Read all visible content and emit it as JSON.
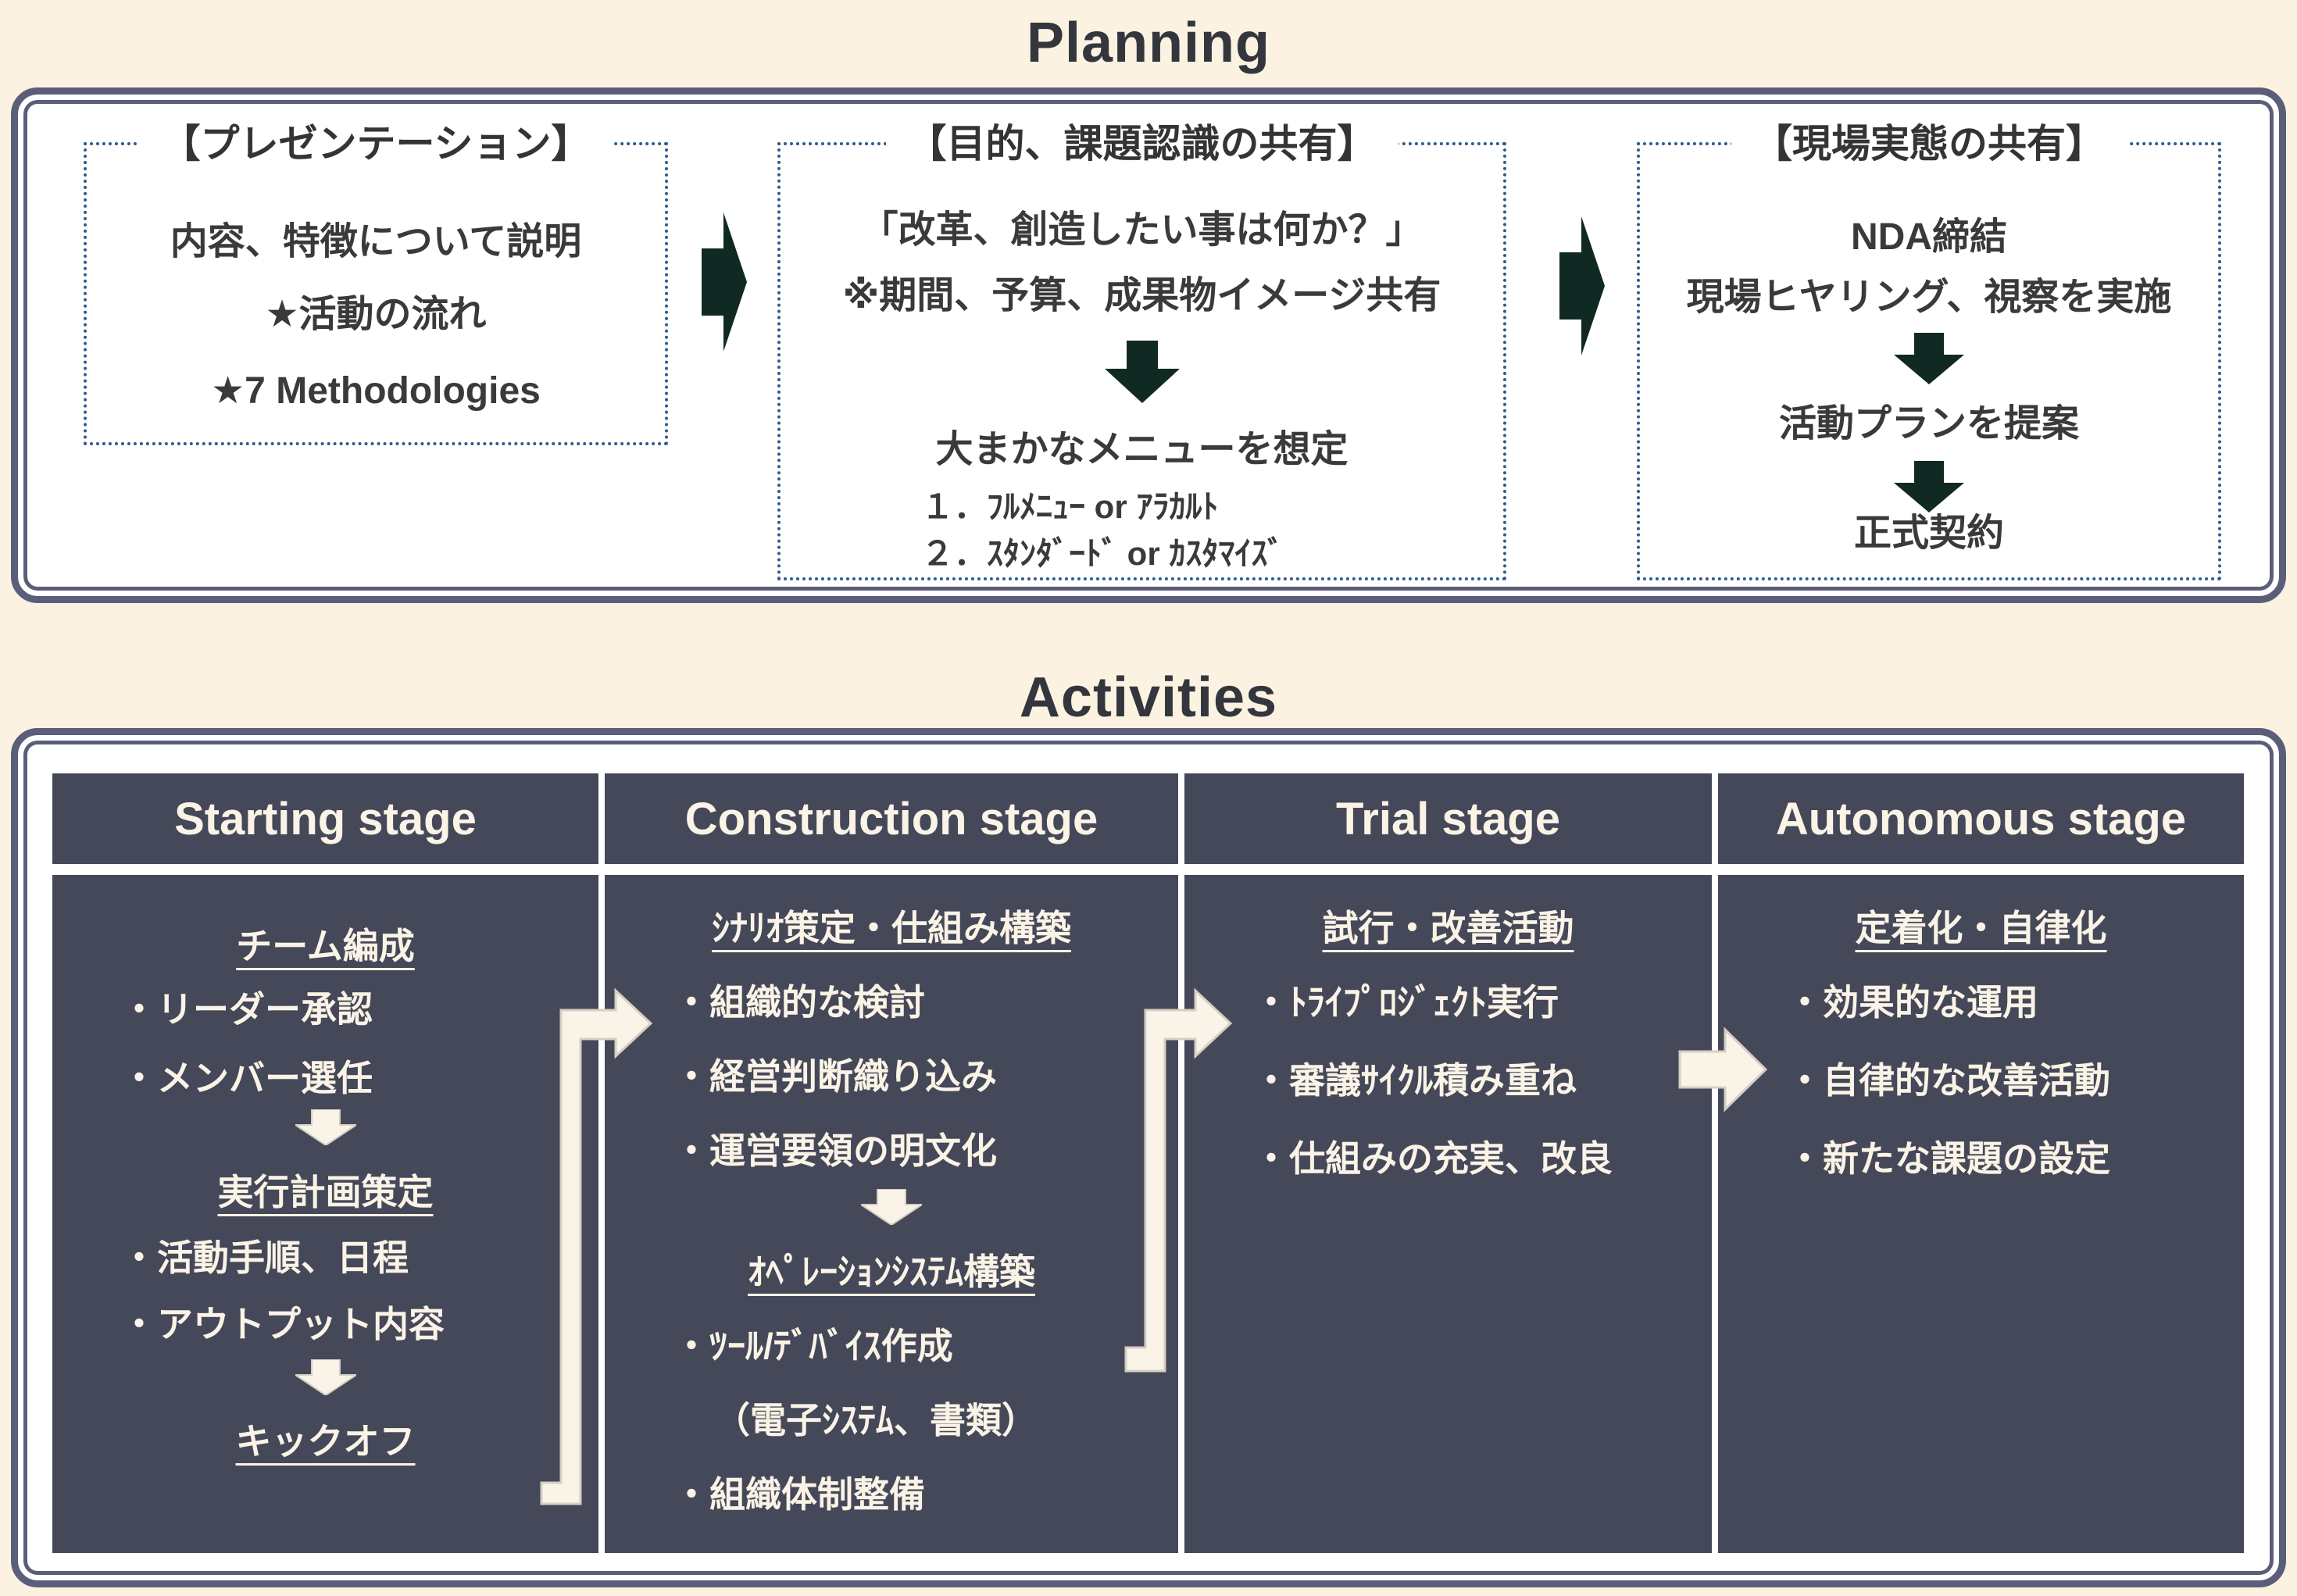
{
  "planning": {
    "title": "Planning",
    "boxes": [
      {
        "heading": "【プレゼンテーション】",
        "lines": [
          "内容、特徴について説明",
          "★活動の流れ",
          "★7 Methodologies"
        ]
      },
      {
        "heading": "【目的、課題認識の共有】",
        "lines": [
          "「改革、創造したい事は何か？」",
          "※期間、予算、成果物イメージ共有",
          "大まかなメニューを想定",
          "１．ﾌﾙﾒﾆｭｰ or ｱﾗｶﾙﾄ",
          "２．ｽﾀﾝﾀﾞｰﾄﾞ or ｶｽﾀﾏｲｽﾞ"
        ]
      },
      {
        "heading": "【現場実態の共有】",
        "lines": [
          "NDA締結",
          "現場ヒヤリング、視察を実施",
          "活動プランを提案",
          "正式契約"
        ]
      }
    ]
  },
  "activities": {
    "title": "Activities",
    "columns": [
      {
        "header": "Starting stage",
        "rows": [
          "チーム編成",
          "・リーダー承認",
          "・メンバー選任",
          "実行計画策定",
          "・活動手順、日程",
          "・アウトプット内容",
          "キックオフ"
        ]
      },
      {
        "header": "Construction stage",
        "rows": [
          "ｼﾅﾘｵ策定・仕組み構築",
          "・組織的な検討",
          "・経営判断織り込み",
          "・運営要領の明文化",
          "ｵﾍﾟﾚｰｼｮﾝｼｽﾃﾑ構築",
          "・ﾂｰﾙ/ﾃﾞﾊﾞｲｽ作成",
          "（電子ｼｽﾃﾑ、書類）",
          "・組織体制整備"
        ]
      },
      {
        "header": "Trial stage",
        "rows": [
          "試行・改善活動",
          "・ﾄﾗｲﾌﾟﾛｼﾞｪｸﾄ実行",
          "・審議ｻｲｸﾙ積み重ね",
          "・仕組みの充実、改良"
        ]
      },
      {
        "header": "Autonomous stage",
        "rows": [
          "定着化・自律化",
          "・効果的な運用",
          "・自律的な改善活動",
          "・新たな課題の設定"
        ]
      }
    ]
  },
  "colors": {
    "background": "#FBF2E1",
    "panel_border": "#5A5E79",
    "dotted_border": "#2F5B8B",
    "dark_text": "#3A3A3A",
    "dark_arrow": "#102A23",
    "table_cell": "#444859",
    "table_text": "#FAF3E6",
    "cream_arrow": "#FAF3E8"
  }
}
